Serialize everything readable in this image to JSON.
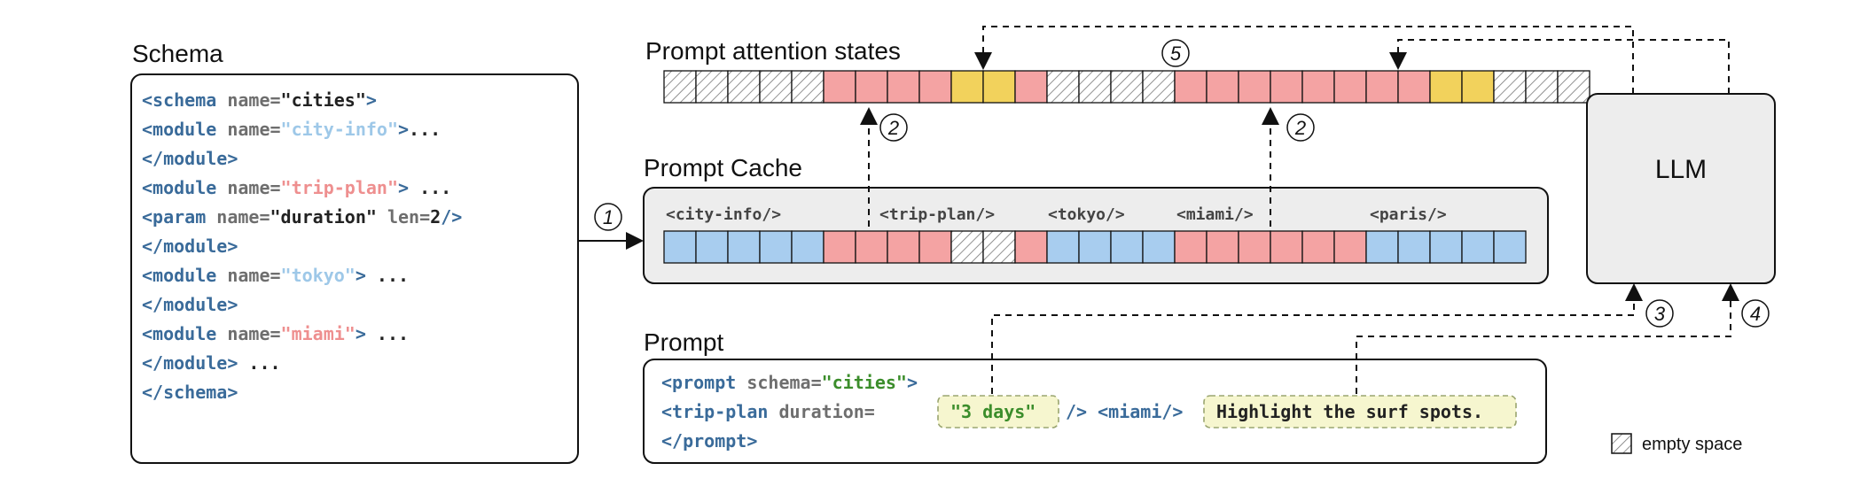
{
  "labels": {
    "schema": "Schema",
    "attention": "Prompt attention states",
    "cache": "Prompt Cache",
    "prompt": "Prompt",
    "llm": "LLM",
    "legend": "empty space"
  },
  "colors": {
    "blue": "#a8cdef",
    "red": "#f4a3a3",
    "yellow": "#f2d25c",
    "tag": "#3a6b9a",
    "attr": "#6e6e6e",
    "val_dark": "#222222",
    "val_blue": "#9ec8e8",
    "val_red": "#ee8f8f",
    "val_green": "#3b8d2b",
    "hl_fill": "#f6f6cf",
    "hl_stroke": "#9aa570"
  },
  "schema_lines": [
    [
      [
        "<schema",
        "tag"
      ],
      [
        " name=",
        "attr"
      ],
      [
        "\"cities\"",
        "val_dark"
      ],
      [
        ">",
        "tag"
      ]
    ],
    [
      [
        "  <module",
        "tag"
      ],
      [
        " name=",
        "attr"
      ],
      [
        "\"city-info\"",
        "val_blue"
      ],
      [
        ">",
        "tag"
      ],
      [
        "...",
        "val_dark"
      ]
    ],
    [
      [
        "  </module>",
        "tag"
      ]
    ],
    [
      [
        "  <module",
        "tag"
      ],
      [
        " name=",
        "attr"
      ],
      [
        "\"trip-plan\"",
        "val_red"
      ],
      [
        ">",
        "tag"
      ],
      [
        " ...",
        "val_dark"
      ]
    ],
    [
      [
        "    <param",
        "tag"
      ],
      [
        " name=",
        "attr"
      ],
      [
        "\"duration\"",
        "val_dark"
      ],
      [
        " len=",
        "attr"
      ],
      [
        "2",
        "val_dark"
      ],
      [
        "/>",
        "tag"
      ]
    ],
    [
      [
        "  </module>",
        "tag"
      ]
    ],
    [
      [
        "  <module",
        "tag"
      ],
      [
        " name=",
        "attr"
      ],
      [
        "\"tokyo\"",
        "val_blue"
      ],
      [
        ">",
        "tag"
      ],
      [
        " ...",
        "val_dark"
      ]
    ],
    [
      [
        " </module>",
        "tag"
      ]
    ],
    [
      [
        "  <module",
        "tag"
      ],
      [
        " name=",
        "attr"
      ],
      [
        "\"miami\"",
        "val_red"
      ],
      [
        ">",
        "tag"
      ],
      [
        " ...",
        "val_dark"
      ]
    ],
    [
      [
        "  </module>",
        "tag"
      ],
      [
        " ...",
        "val_dark"
      ]
    ],
    [
      [
        "</schema>",
        "tag"
      ]
    ]
  ],
  "attention_cells": [
    "E",
    "E",
    "E",
    "E",
    "E",
    "R",
    "R",
    "R",
    "R",
    "Y",
    "Y",
    "R",
    "E",
    "E",
    "E",
    "E",
    "R",
    "R",
    "R",
    "R",
    "R",
    "R",
    "R",
    "R",
    "Y",
    "Y",
    "E",
    "E",
    "E"
  ],
  "cache_cells": [
    "B",
    "B",
    "B",
    "B",
    "B",
    "R",
    "R",
    "R",
    "R",
    "E",
    "E",
    "R",
    "B",
    "B",
    "B",
    "B",
    "R",
    "R",
    "R",
    "R",
    "R",
    "R",
    "B",
    "B",
    "B",
    "B",
    "B"
  ],
  "cache_labels": [
    "<city-info/>",
    "<trip-plan/>",
    "<tokyo/>",
    "<miami/>",
    "<paris/>"
  ],
  "prompt_lines": {
    "line1": [
      [
        "<prompt",
        "tag"
      ],
      [
        " schema=",
        "attr"
      ],
      [
        "\"cities\"",
        "val_green"
      ],
      [
        ">",
        "tag"
      ]
    ],
    "line2_a": [
      [
        "  <trip-plan",
        "tag"
      ],
      [
        " duration=",
        "attr"
      ]
    ],
    "hl1": "\"3 days\"",
    "line2_b": [
      [
        "/>",
        "tag"
      ],
      [
        " <miami/>",
        "tag"
      ]
    ],
    "hl2": "Highlight the surf spots.",
    "line3": [
      [
        "</prompt>",
        "tag"
      ]
    ]
  },
  "steps": [
    "1",
    "2",
    "2",
    "3",
    "4",
    "5"
  ]
}
